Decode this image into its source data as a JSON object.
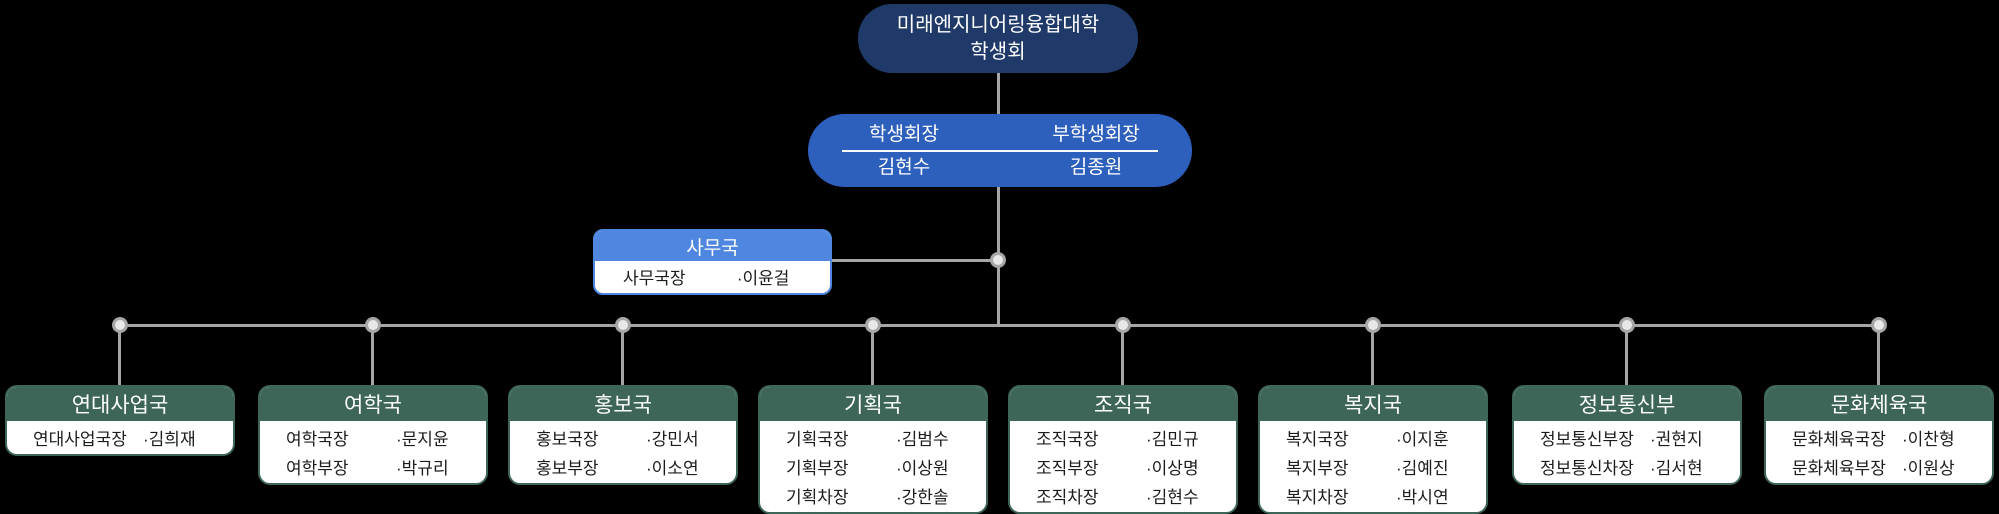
{
  "colors": {
    "background": "#000000",
    "root_box": "#1f3a68",
    "leadership_box": "#2d5fbd",
    "office_header": "#4e86e0",
    "department_header": "#3d6558",
    "connector": "#a6a6a6",
    "node_fill": "#e8e8e8",
    "body_text": "#1c1c1c"
  },
  "root": {
    "line1": "미래엔지니어링융합대학",
    "line2": "학생회"
  },
  "leadership": {
    "positions": [
      {
        "title": "학생회장",
        "name": "김현수"
      },
      {
        "title": "부학생회장",
        "name": "김종원"
      }
    ]
  },
  "office": {
    "name": "사무국",
    "members": [
      {
        "title": "사무국장",
        "name": "·이윤걸"
      }
    ]
  },
  "departments": [
    {
      "name": "연대사업국",
      "members": [
        {
          "title": "연대사업국장",
          "name": "·김희재"
        }
      ]
    },
    {
      "name": "여학국",
      "members": [
        {
          "title": "여학국장",
          "name": "·문지윤"
        },
        {
          "title": "여학부장",
          "name": "·박규리"
        }
      ]
    },
    {
      "name": "홍보국",
      "members": [
        {
          "title": "홍보국장",
          "name": "·강민서"
        },
        {
          "title": "홍보부장",
          "name": "·이소연"
        }
      ]
    },
    {
      "name": "기획국",
      "members": [
        {
          "title": "기획국장",
          "name": "·김범수"
        },
        {
          "title": "기획부장",
          "name": "·이상원"
        },
        {
          "title": "기획차장",
          "name": "·강한솔"
        }
      ]
    },
    {
      "name": "조직국",
      "members": [
        {
          "title": "조직국장",
          "name": "·김민규"
        },
        {
          "title": "조직부장",
          "name": "·이상명"
        },
        {
          "title": "조직차장",
          "name": "·김현수"
        }
      ]
    },
    {
      "name": "복지국",
      "members": [
        {
          "title": "복지국장",
          "name": "·이지훈"
        },
        {
          "title": "복지부장",
          "name": "·김예진"
        },
        {
          "title": "복지차장",
          "name": "·박시연"
        }
      ]
    },
    {
      "name": "정보통신부",
      "members": [
        {
          "title": "정보통신부장",
          "name": "·권현지"
        },
        {
          "title": "정보통신차장",
          "name": "·김서현"
        }
      ]
    },
    {
      "name": "문화체육국",
      "members": [
        {
          "title": "문화체육국장",
          "name": "·이찬형"
        },
        {
          "title": "문화체육부장",
          "name": "·이원상"
        }
      ]
    }
  ]
}
